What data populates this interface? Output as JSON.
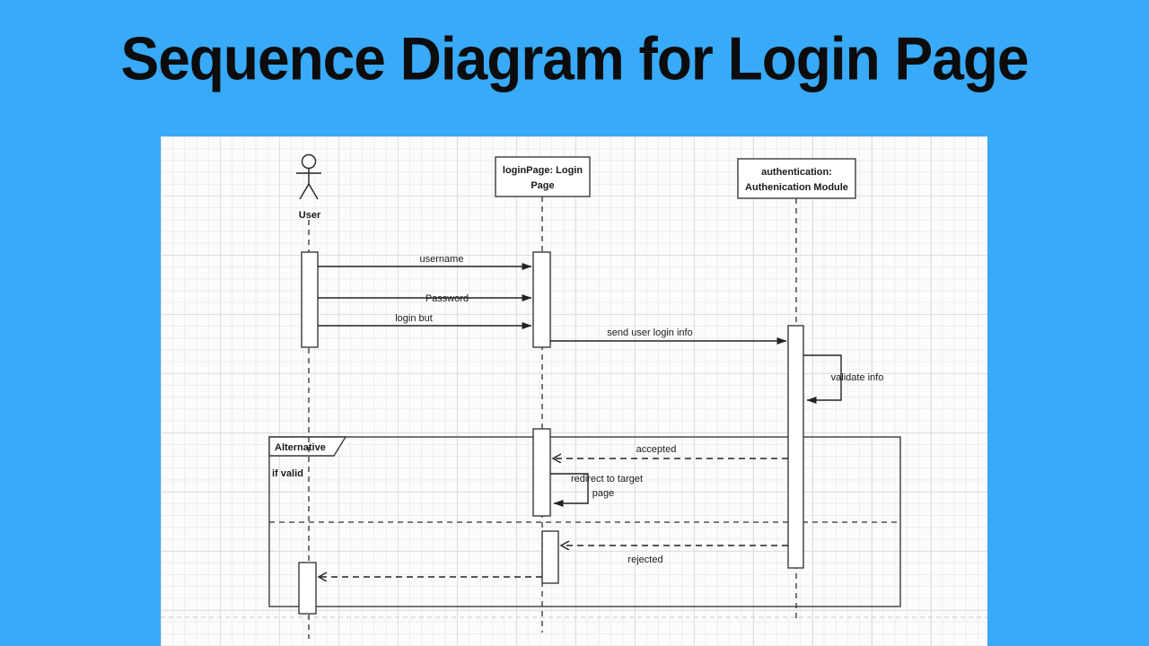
{
  "page": {
    "background_color": "#38aaf8",
    "title": "Sequence Diagram for Login Page"
  },
  "diagram": {
    "lifelines": [
      {
        "id": "user",
        "kind": "actor",
        "label": "User"
      },
      {
        "id": "loginPage",
        "kind": "object",
        "line1": "loginPage: Login",
        "line2": "Page"
      },
      {
        "id": "authentication",
        "kind": "object",
        "line1": "authentication:",
        "line2": "Authenication Module"
      }
    ],
    "frame": {
      "label": "Alternative",
      "guard": "if valid"
    },
    "messages": [
      {
        "label": "username",
        "from": "User",
        "to": "loginPage",
        "style": "solid"
      },
      {
        "label": "Password",
        "from": "User",
        "to": "loginPage",
        "style": "solid"
      },
      {
        "label": "login but",
        "from": "User",
        "to": "loginPage",
        "style": "solid"
      },
      {
        "label": "send user login info",
        "from": "loginPage",
        "to": "authentication",
        "style": "solid"
      },
      {
        "label": "validate info",
        "from": "authentication",
        "to": "authentication",
        "style": "self"
      },
      {
        "label": "accepted",
        "from": "authentication",
        "to": "loginPage",
        "style": "dashed-return"
      },
      {
        "label": "redirect to target page",
        "line1": "redirect to target",
        "line2": "page",
        "from": "loginPage",
        "to": "loginPage",
        "style": "self"
      },
      {
        "label": "rejected",
        "from": "authentication",
        "to": "loginPage",
        "style": "dashed-return"
      },
      {
        "label": "",
        "from": "loginPage",
        "to": "User",
        "style": "dashed-return"
      }
    ]
  }
}
